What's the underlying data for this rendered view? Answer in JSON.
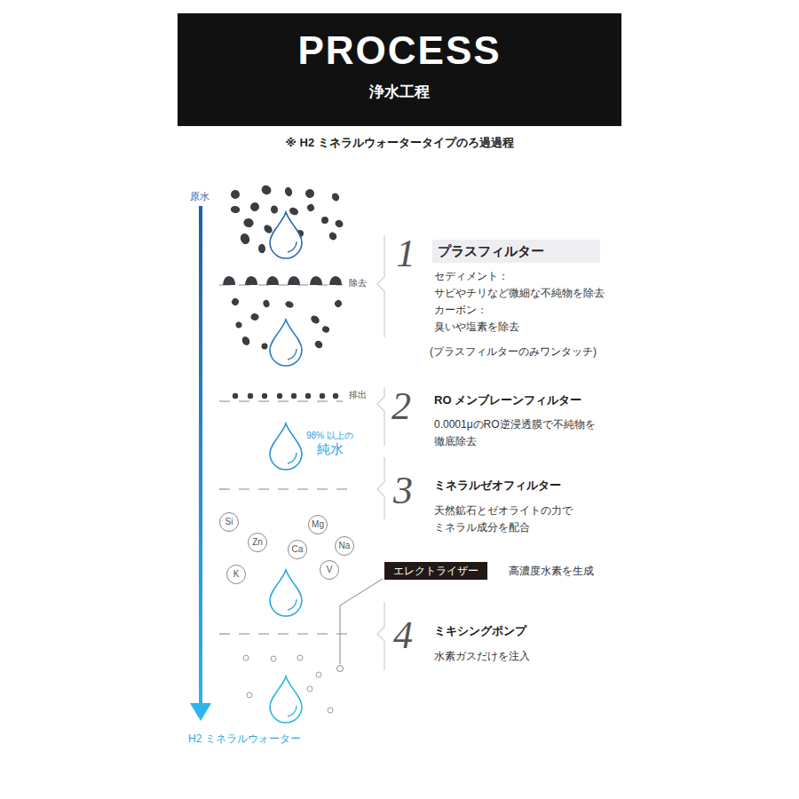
{
  "diagram": {
    "nodes": [
      {
        "text": [
          "PROCESS",
          "浄水工程"
        ]
      },
      {
        "text": [
          "プラスフィルター"
        ]
      },
      {
        "text": [
          "Si"
        ]
      },
      {
        "text": [
          "Zn"
        ]
      },
      {
        "text": [
          "Mg"
        ]
      },
      {
        "text": [
          "Ca"
        ]
      },
      {
        "text": [
          "Na"
        ]
      },
      {
        "text": [
          "K"
        ]
      },
      {
        "text": [
          "V"
        ]
      },
      {
        "text": [
          "エレクトライザー"
        ]
      }
    ],
    "labels": [
      "※ H2 ミネラルウォータータイプのろ過過程",
      "原水",
      "除去",
      "1",
      "セディメント：",
      "サビやチリなど微細な不純物を除去",
      "カーボン：",
      "臭いや塩素を除去",
      "(プラスフィルターのみワンタッチ)",
      "排出",
      "2",
      "RO メンブレーンフィルター",
      "0.0001μのRO逆浸透膜で不純物を 徹底除去",
      "98% 以上の",
      "純水",
      "3",
      "ミネラルゼオフィルター",
      "天然鉱石とゼオライトの力で ミネラル成分を配合",
      "高濃度水素を生成",
      "4",
      "ミキシングポンプ",
      "水素ガスだけを注入",
      "H2 ミネラルウォーター"
    ]
  }
}
